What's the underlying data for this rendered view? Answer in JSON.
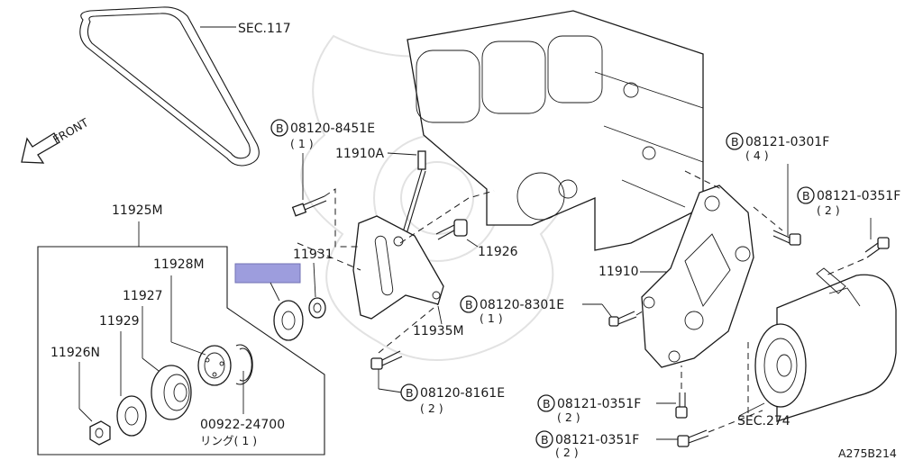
{
  "labels": {
    "sec117": "SEC.117",
    "front": "FRONT",
    "bolt_8451e": "08120-8451E",
    "qty_8451e": "( 1 )",
    "p11910a": "11910A",
    "p11925m": "11925M",
    "p11928m": "11928M",
    "p11927": "11927",
    "p11929": "11929",
    "p11926n": "11926N",
    "p11931": "11931",
    "p11926": "11926",
    "p11935m": "11935M",
    "p11910": "11910",
    "bolt_8301e": "08120-8301E",
    "qty_8301e": "( 1 )",
    "bolt_8161e": "08120-8161E",
    "qty_8161e": "( 2 )",
    "bolt_0301f": "08121-0301F",
    "qty_0301f": "( 4 )",
    "bolt_0351f_a": "08121-0351F",
    "qty_0351f_a": "( 2 )",
    "bolt_0351f_b": "08121-0351F",
    "qty_0351f_b": "( 2 )",
    "bolt_0351f_c": "08121-0351F",
    "qty_0351f_c": "( 2 )",
    "ring_no": "00922-24700",
    "ring_text": "リング( 1 )",
    "sec274": "SEC.274",
    "ref_code": "A275B214",
    "b_marker": "B"
  },
  "highlight_color": "#8c8cd8"
}
